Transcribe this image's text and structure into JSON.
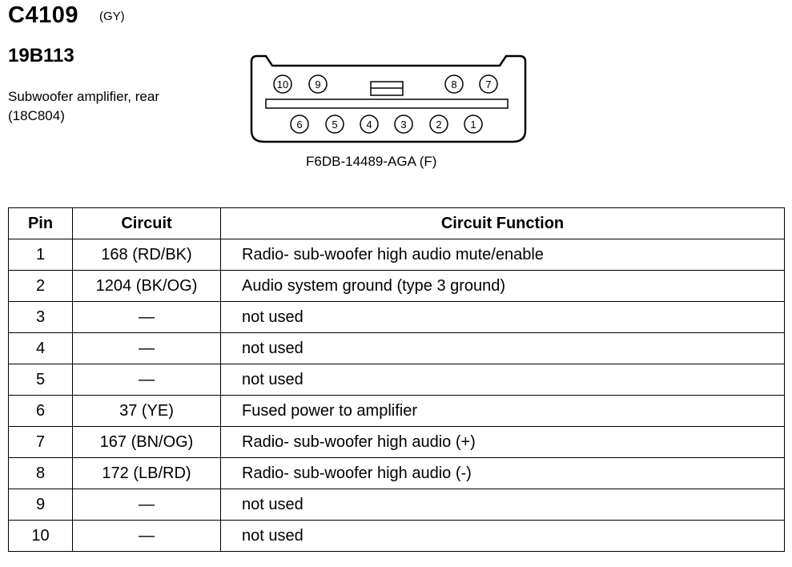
{
  "header": {
    "connector_id": "C4109",
    "connector_color": "(GY)",
    "part_number": "19B113",
    "description_line1": "Subwoofer amplifier, rear",
    "description_line2": "(18C804)"
  },
  "connector": {
    "label": "F6DB-14489-AGA (F)",
    "pins_top": [
      "10",
      "9",
      "8",
      "7"
    ],
    "pins_bottom": [
      "6",
      "5",
      "4",
      "3",
      "2",
      "1"
    ]
  },
  "table": {
    "headers": [
      "Pin",
      "Circuit",
      "Circuit Function"
    ],
    "rows": [
      {
        "pin": "1",
        "circuit": "168 (RD/BK)",
        "function": "Radio- sub-woofer high audio mute/enable"
      },
      {
        "pin": "2",
        "circuit": "1204 (BK/OG)",
        "function": "Audio system ground (type 3 ground)"
      },
      {
        "pin": "3",
        "circuit": "—",
        "function": "not used"
      },
      {
        "pin": "4",
        "circuit": "—",
        "function": "not used"
      },
      {
        "pin": "5",
        "circuit": "—",
        "function": "not used"
      },
      {
        "pin": "6",
        "circuit": "37 (YE)",
        "function": "Fused power to amplifier"
      },
      {
        "pin": "7",
        "circuit": "167 (BN/OG)",
        "function": "Radio- sub-woofer high audio (+)"
      },
      {
        "pin": "8",
        "circuit": "172 (LB/RD)",
        "function": "Radio- sub-woofer high audio (-)"
      },
      {
        "pin": "9",
        "circuit": "—",
        "function": "not used"
      },
      {
        "pin": "10",
        "circuit": "—",
        "function": "not used"
      }
    ]
  }
}
